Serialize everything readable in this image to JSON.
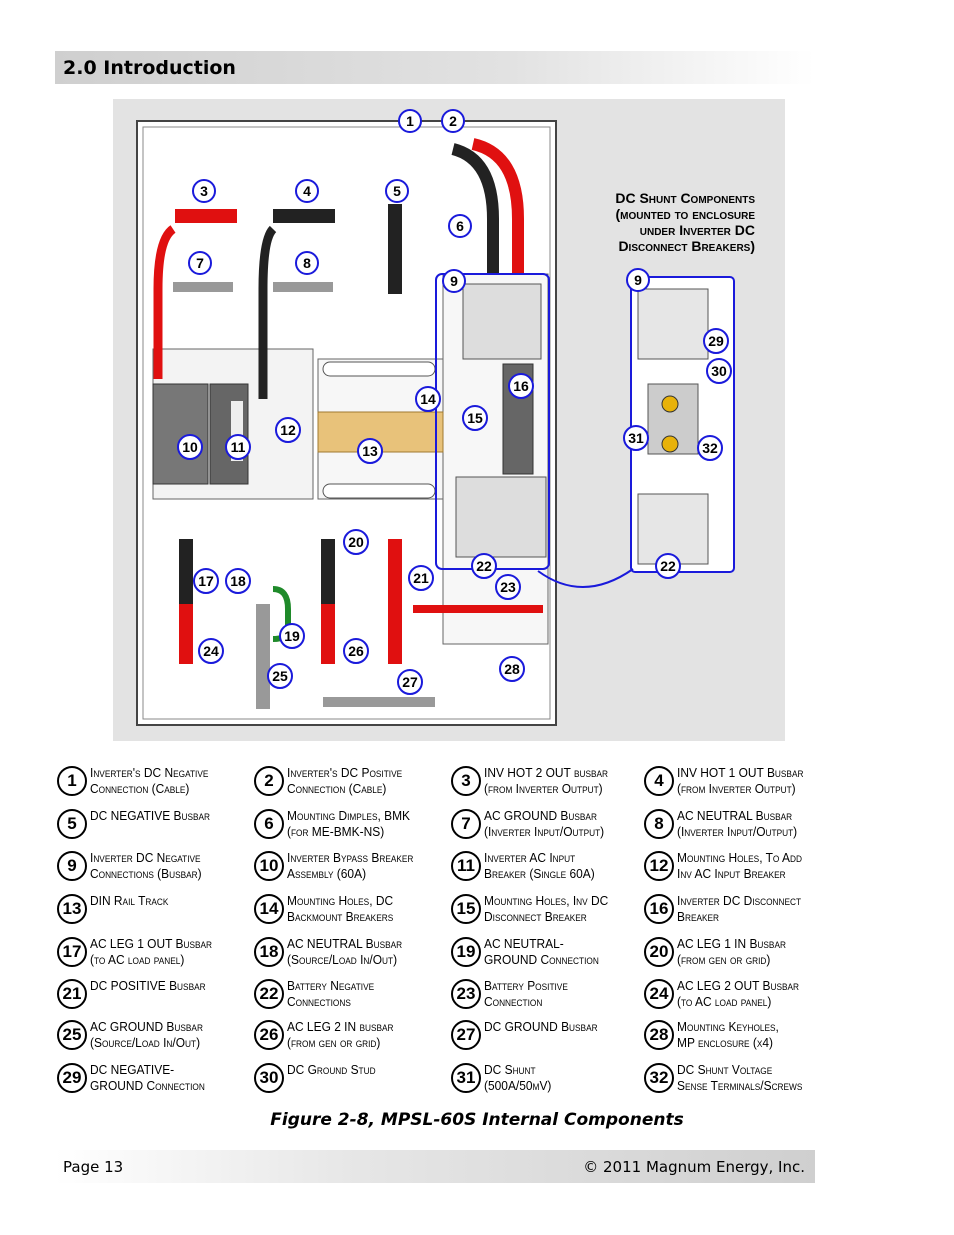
{
  "header": {
    "title": "2.0 Introduction"
  },
  "figure": {
    "shunt_title": "DC Shunt Components\n(mounted to enclosure\nunder Inverter DC\nDisconnect Breakers)",
    "callouts": [
      "1",
      "2",
      "3",
      "4",
      "5",
      "6",
      "7",
      "8",
      "9",
      "10",
      "11",
      "12",
      "13",
      "14",
      "15",
      "16",
      "17",
      "18",
      "19",
      "20",
      "21",
      "22",
      "23",
      "24",
      "25",
      "26",
      "27",
      "28",
      "9",
      "22",
      "29",
      "30",
      "31",
      "32"
    ],
    "caption": "Figure 2-8, MPSL-60S Internal Components"
  },
  "legend": [
    {
      "num": "1",
      "text": "Inverter's DC Negative\nConnection (Cable)"
    },
    {
      "num": "2",
      "text": "Inverter's DC Positive\nConnection (Cable)"
    },
    {
      "num": "3",
      "text": "INV HOT 2 OUT busbar\n(from Inverter Output)"
    },
    {
      "num": "4",
      "text": "INV HOT 1 OUT Busbar\n(from Inverter Output)"
    },
    {
      "num": "5",
      "text": "DC NEGATIVE Busbar"
    },
    {
      "num": "6",
      "text": "Mounting Dimples, BMK\n(for ME-BMK-NS)"
    },
    {
      "num": "7",
      "text": "AC GROUND Busbar\n(Inverter Input/Output)"
    },
    {
      "num": "8",
      "text": "AC NEUTRAL Busbar\n(Inverter Input/Output)"
    },
    {
      "num": "9",
      "text": "Inverter DC Negative\nConnections (Busbar)"
    },
    {
      "num": "10",
      "text": "Inverter Bypass Breaker\nAssembly (60A)"
    },
    {
      "num": "11",
      "text": "Inverter AC Input\nBreaker (Single 60A)"
    },
    {
      "num": "12",
      "text": "Mounting Holes, To Add\nInv AC Input Breaker"
    },
    {
      "num": "13",
      "text": "DIN Rail Track"
    },
    {
      "num": "14",
      "text": "Mounting Holes, DC\nBackmount Breakers"
    },
    {
      "num": "15",
      "text": "Mounting Holes, Inv DC\nDisconnect Breaker"
    },
    {
      "num": "16",
      "text": "Inverter DC Disconnect\nBreaker"
    },
    {
      "num": "17",
      "text": "AC LEG 1 OUT Busbar\n(to AC load panel)"
    },
    {
      "num": "18",
      "text": "AC NEUTRAL Busbar\n(Source/Load In/Out)"
    },
    {
      "num": "19",
      "text": "AC NEUTRAL-\nGROUND Connection"
    },
    {
      "num": "20",
      "text": "AC LEG 1 IN Busbar\n(from gen or grid)"
    },
    {
      "num": "21",
      "text": "DC POSITIVE Busbar"
    },
    {
      "num": "22",
      "text": "Battery Negative\nConnections"
    },
    {
      "num": "23",
      "text": "Battery Positive\nConnection"
    },
    {
      "num": "24",
      "text": "AC LEG 2 OUT Busbar\n(to AC load panel)"
    },
    {
      "num": "25",
      "text": "AC GROUND Busbar\n(Source/Load In/Out)"
    },
    {
      "num": "26",
      "text": "AC LEG 2 IN busbar\n(from gen or grid)"
    },
    {
      "num": "27",
      "text": "DC GROUND Busbar"
    },
    {
      "num": "28",
      "text": "Mounting Keyholes,\nMP enclosure (x4)"
    },
    {
      "num": "29",
      "text": "DC NEGATIVE-\nGROUND Connection"
    },
    {
      "num": "30",
      "text": "DC Ground Stud"
    },
    {
      "num": "31",
      "text": "DC Shunt\n(500A/50mV)"
    },
    {
      "num": "32",
      "text": "DC Shunt Voltage\nSense Terminals/Screws"
    }
  ],
  "footer": {
    "page": "Page 13",
    "copyright": "© 2011 Magnum Energy, Inc."
  },
  "colors": {
    "callout_blue": "#1a1adb",
    "busbar_red": "#e01010",
    "wire_black": "#222222",
    "ground_green": "#1f8a2a"
  }
}
